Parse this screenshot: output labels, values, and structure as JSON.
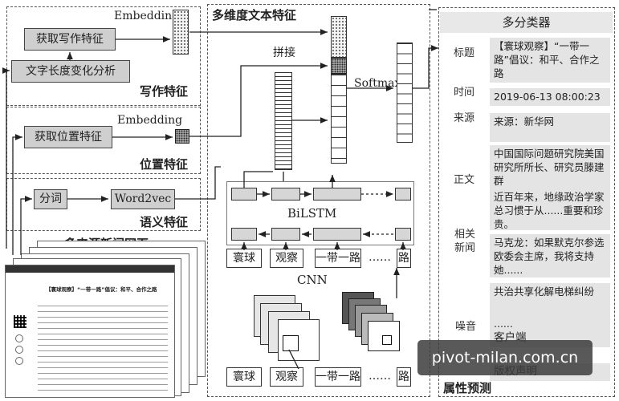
{
  "writing": {
    "embedding_label": "Embedding",
    "extract_label": "获取写作特征",
    "analysis_label": "文字长度变化分析",
    "title": "写作特征"
  },
  "position": {
    "embedding_label": "Embedding",
    "extract_label": "获取位置特征",
    "title": "位置特征"
  },
  "semantic": {
    "tokenize_label": "分词",
    "word2vec_label": "Word2vec",
    "title": "语义特征"
  },
  "sources": {
    "title": "多来源新闻网页",
    "page_headline": "【寰球观察】“一带一路”倡议：和平、合作之路"
  },
  "multi": {
    "title": "多维度文本特征",
    "concat_label": "拼接",
    "softmax_label": "Softmax",
    "bilstm_label": "BiLSTM",
    "cnn_label": "CNN",
    "tokens_top": [
      "寰球",
      "观察",
      "一带一路",
      "……",
      "路"
    ],
    "tokens_bottom": [
      "寰球",
      "观察",
      "一带一路",
      "……",
      "路"
    ]
  },
  "classifier": {
    "title": "多分类器",
    "prediction_label": "属性预测",
    "attributes": [
      {
        "key": "标题",
        "value": "【寰球观察】“一带一路”倡议：和平、合作之路"
      },
      {
        "key": "时间",
        "value": "2019-06-13 08:00:23"
      },
      {
        "key": "来源",
        "value": "来源：新华网"
      },
      {
        "key": "正文",
        "value": "中国国际问题研究院美国研究所所长、研究员滕建群"
      },
      {
        "key": "正文_cont",
        "value": "近百年来，地缘政治学家总习惯于从......重要和珍贵。"
      },
      {
        "key": "相关新闻",
        "value": "马克龙：如果默克尔参选欧委会主席，我将支持她......"
      },
      {
        "key": "噪音",
        "value": "共治共享化解电梯纠纷"
      },
      {
        "key": "噪音_more",
        "value": "......"
      },
      {
        "key": "噪音_client",
        "value": "客户端"
      },
      {
        "key": "噪音_legal",
        "value": "版权声明"
      }
    ]
  },
  "watermark": "pivot-milan.com.cn"
}
